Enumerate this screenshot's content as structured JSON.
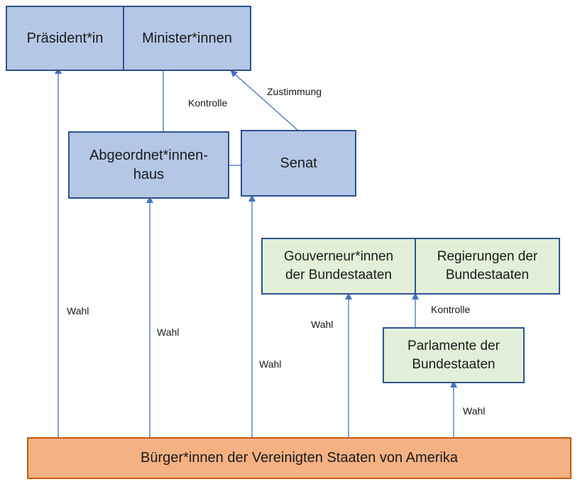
{
  "boxes": {
    "praesident": "Präsident*in",
    "minister": "Minister*innen",
    "abgeordnet_line1": "Abgeordnet*innen-",
    "abgeordnet_line2": "haus",
    "senat": "Senat",
    "gouverneur_line1": "Gouverneur*innen",
    "gouverneur_line2": "der Bundestaaten",
    "regierungen_line1": "Regierungen der",
    "regierungen_line2": "Bundestaaten",
    "parlamente_line1": "Parlamente der",
    "parlamente_line2": "Bundestaaten",
    "buerger": "Bürger*innen der Vereinigten Staaten von Amerika"
  },
  "labels": {
    "zustimmung": "Zustimmung",
    "kontrolle_top": "Kontrolle",
    "kontrolle_right": "Kontrolle",
    "wahl_praesident": "Wahl",
    "wahl_abgeordnet": "Wahl",
    "wahl_senat": "Wahl",
    "wahl_gouverneur": "Wahl",
    "wahl_parlamente": "Wahl"
  },
  "colors": {
    "federal_fill": "#b4c7e7",
    "state_fill": "#e2f0d9",
    "citizens_fill": "#f4b183",
    "connector": "#4472c4"
  }
}
